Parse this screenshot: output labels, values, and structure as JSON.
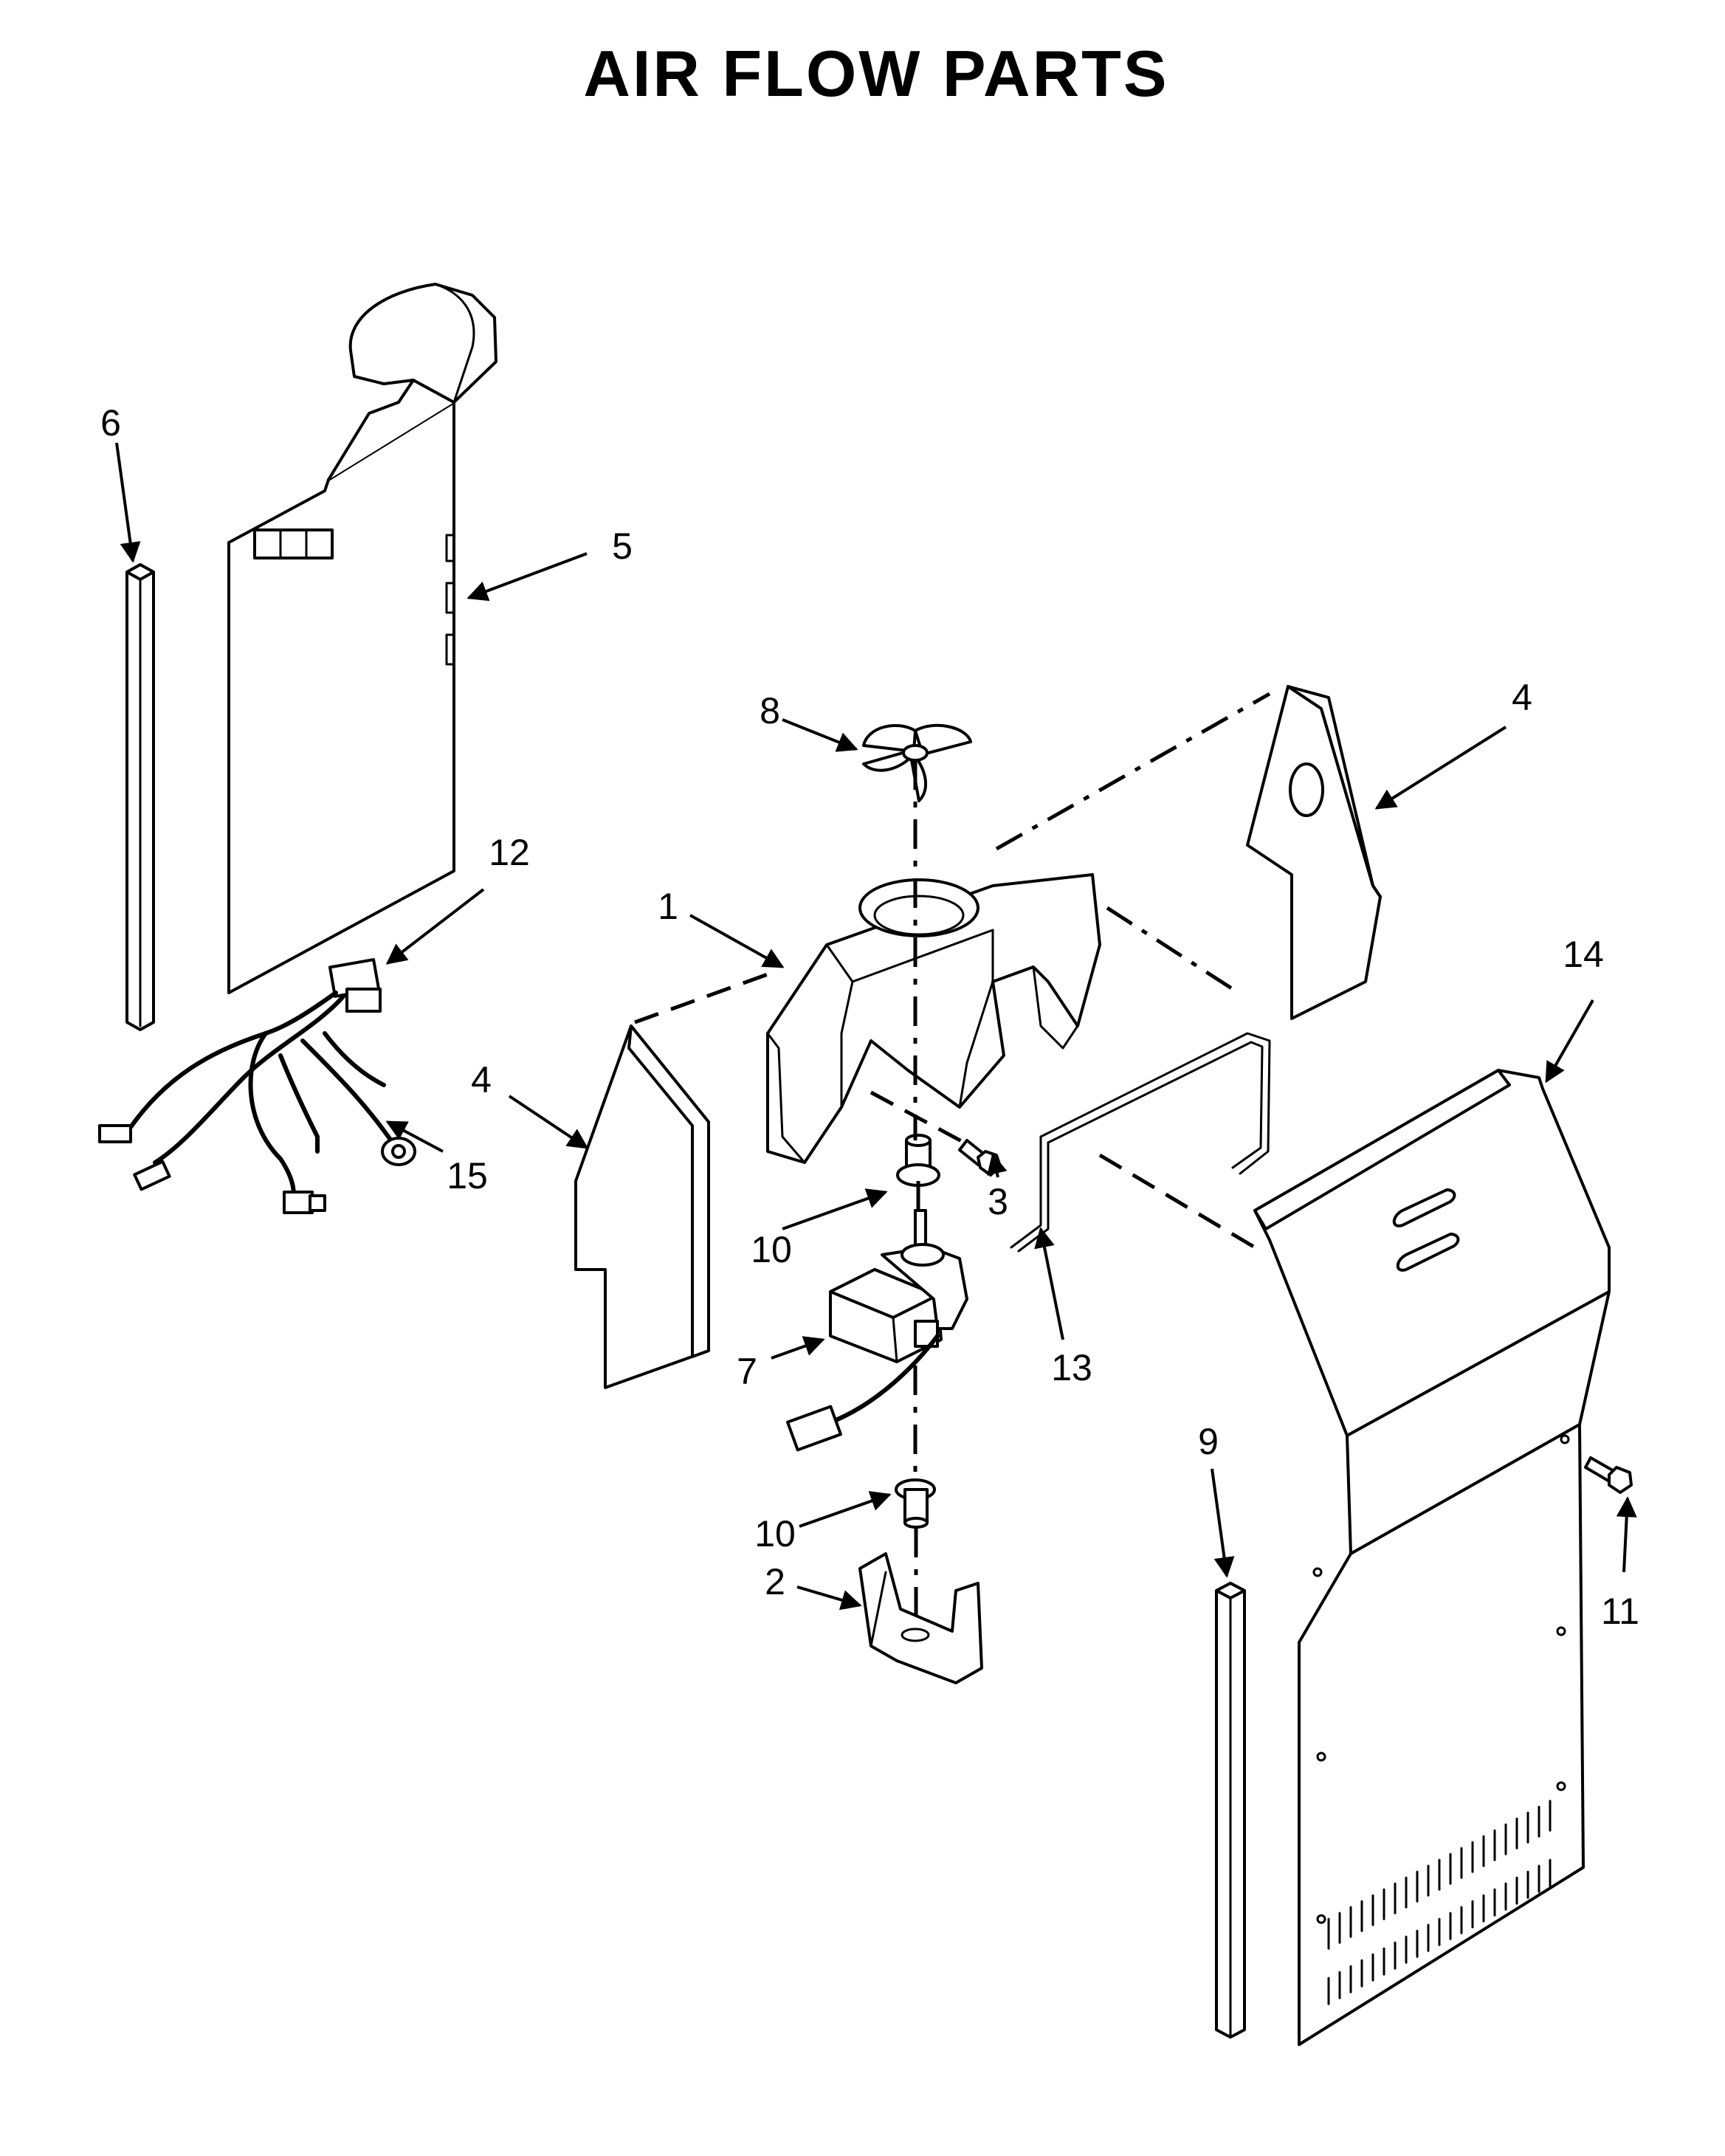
{
  "title": "AIR FLOW PARTS",
  "callouts": {
    "c1": "1",
    "c2": "2",
    "c3": "3",
    "c4a": "4",
    "c4b": "4",
    "c5": "5",
    "c6": "6",
    "c7": "7",
    "c8": "8",
    "c9": "9",
    "c10a": "10",
    "c10b": "10",
    "c11": "11",
    "c12": "12",
    "c13": "13",
    "c14": "14",
    "c15": "15"
  }
}
